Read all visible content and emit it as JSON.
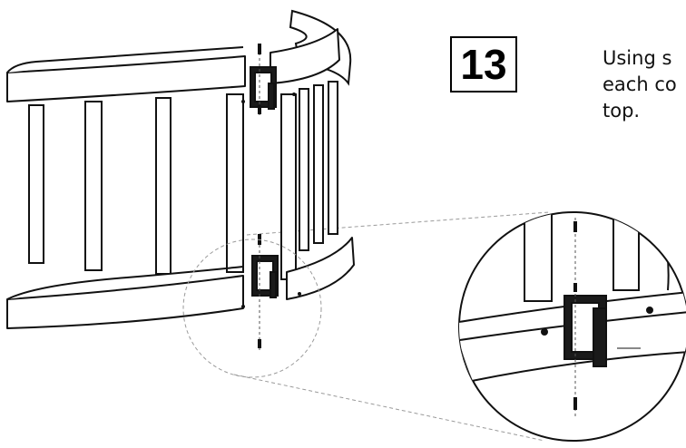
{
  "step": {
    "number": "13"
  },
  "instruction": {
    "lines": [
      "Using s",
      "each co",
      "top."
    ]
  },
  "colors": {
    "line": "#111111",
    "leader": "#9a9a9a",
    "background": "#ffffff"
  }
}
